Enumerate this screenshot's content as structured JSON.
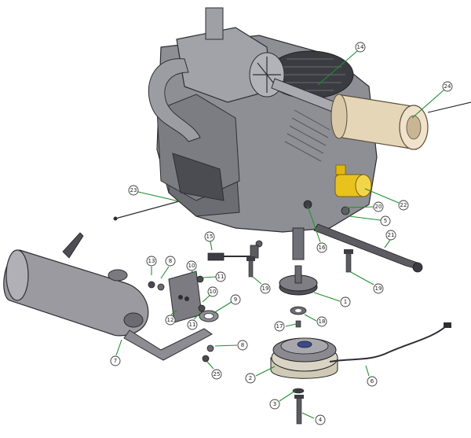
{
  "callouts": [
    {
      "id": "c14",
      "label": "14"
    },
    {
      "id": "c24",
      "label": "24"
    },
    {
      "id": "c23",
      "label": "23"
    },
    {
      "id": "c22",
      "label": "22"
    },
    {
      "id": "c20",
      "label": "20"
    },
    {
      "id": "c5",
      "label": "5"
    },
    {
      "id": "c21",
      "label": "21"
    },
    {
      "id": "c15",
      "label": "15"
    },
    {
      "id": "c16",
      "label": "16"
    },
    {
      "id": "c19a",
      "label": "19"
    },
    {
      "id": "c19b",
      "label": "19"
    },
    {
      "id": "c13",
      "label": "13"
    },
    {
      "id": "c8a",
      "label": "8"
    },
    {
      "id": "c10a",
      "label": "10"
    },
    {
      "id": "c11a",
      "label": "11"
    },
    {
      "id": "c1",
      "label": "1"
    },
    {
      "id": "c12",
      "label": "12"
    },
    {
      "id": "c10b",
      "label": "10"
    },
    {
      "id": "c9",
      "label": "9"
    },
    {
      "id": "c11b",
      "label": "11"
    },
    {
      "id": "c18",
      "label": "18"
    },
    {
      "id": "c17",
      "label": "17"
    },
    {
      "id": "c7",
      "label": "7"
    },
    {
      "id": "c8b",
      "label": "8"
    },
    {
      "id": "c25",
      "label": "25"
    },
    {
      "id": "c2",
      "label": "2"
    },
    {
      "id": "c6",
      "label": "6"
    },
    {
      "id": "c3",
      "label": "3"
    },
    {
      "id": "c4",
      "label": "4"
    }
  ],
  "colors": {
    "engine": "#8d8d92",
    "engine_dark": "#5f6066",
    "muffler": "#9a9aa0",
    "filter": "#e6d7ba",
    "solenoid": "#e8c21d",
    "leader": "#1f8f2f"
  }
}
